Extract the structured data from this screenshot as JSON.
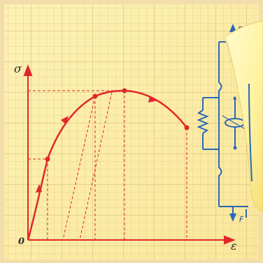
{
  "labels": {
    "y_axis": "σ",
    "x_axis": "ε",
    "origin": "0",
    "force_top": "F",
    "force_bottom": "F"
  },
  "colors": {
    "paper": "#fdeea0",
    "grid": "#d9c98a",
    "curve": "#e0262a",
    "axis": "#e0262a",
    "specimen": "#2a68b5",
    "page_curl": "#fff6a8",
    "frame": "#f0d79a"
  },
  "icons": {
    "spring": "spring-icon",
    "specimen": "tensile-specimen-icon",
    "page_curl": "page-curl-icon",
    "arrows": "direction-arrow-icon"
  }
}
